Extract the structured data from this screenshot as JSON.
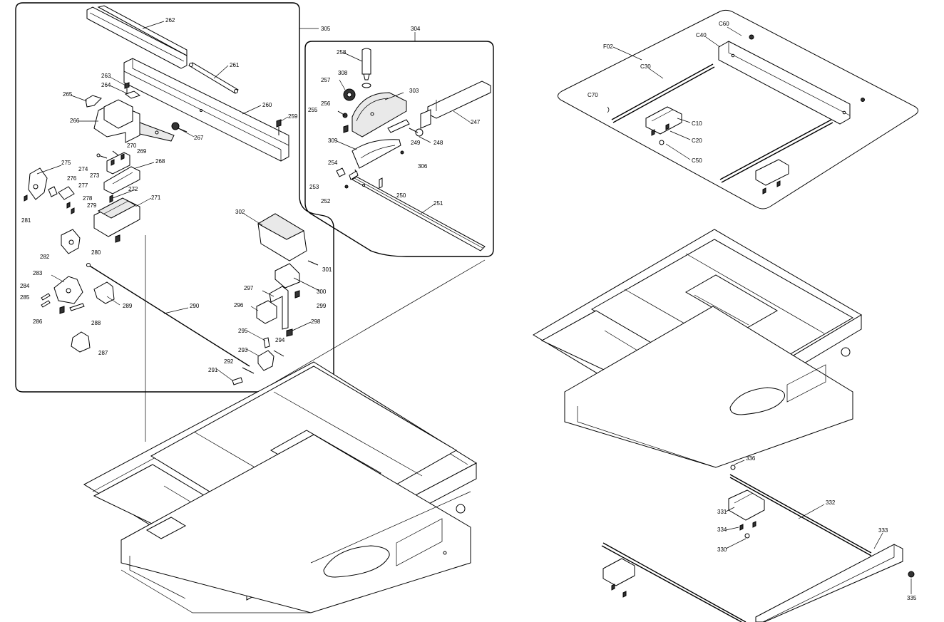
{
  "panels": {
    "left_callout": "305",
    "right_callout": "304"
  },
  "labels": [
    {
      "id": "l262",
      "text": "262"
    },
    {
      "id": "l261",
      "text": "261"
    },
    {
      "id": "l260",
      "text": "260"
    },
    {
      "id": "l259",
      "text": "259"
    },
    {
      "id": "l263",
      "text": "263"
    },
    {
      "id": "l264",
      "text": "264"
    },
    {
      "id": "l265",
      "text": "265"
    },
    {
      "id": "l266",
      "text": "266"
    },
    {
      "id": "l267",
      "text": "267"
    },
    {
      "id": "l270",
      "text": "270"
    },
    {
      "id": "l269",
      "text": "269"
    },
    {
      "id": "l274",
      "text": "274"
    },
    {
      "id": "l268",
      "text": "268"
    },
    {
      "id": "l273",
      "text": "273"
    },
    {
      "id": "l275",
      "text": "275"
    },
    {
      "id": "l276",
      "text": "276"
    },
    {
      "id": "l277",
      "text": "277"
    },
    {
      "id": "l272",
      "text": "272"
    },
    {
      "id": "l278",
      "text": "278"
    },
    {
      "id": "l279",
      "text": "279"
    },
    {
      "id": "l271",
      "text": "271"
    },
    {
      "id": "l281",
      "text": "281"
    },
    {
      "id": "l282",
      "text": "282"
    },
    {
      "id": "l280",
      "text": "280"
    },
    {
      "id": "l302",
      "text": "302"
    },
    {
      "id": "l283",
      "text": "283"
    },
    {
      "id": "l284",
      "text": "284"
    },
    {
      "id": "l285",
      "text": "285"
    },
    {
      "id": "l286",
      "text": "286"
    },
    {
      "id": "l288",
      "text": "288"
    },
    {
      "id": "l289",
      "text": "289"
    },
    {
      "id": "l290",
      "text": "290"
    },
    {
      "id": "l287",
      "text": "287"
    },
    {
      "id": "l301",
      "text": "301"
    },
    {
      "id": "l297",
      "text": "297"
    },
    {
      "id": "l300",
      "text": "300"
    },
    {
      "id": "l296",
      "text": "296"
    },
    {
      "id": "l299",
      "text": "299"
    },
    {
      "id": "l298",
      "text": "298"
    },
    {
      "id": "l295",
      "text": "295"
    },
    {
      "id": "l294",
      "text": "294"
    },
    {
      "id": "l293",
      "text": "293"
    },
    {
      "id": "l292",
      "text": "292"
    },
    {
      "id": "l291",
      "text": "291"
    },
    {
      "id": "l258",
      "text": "258"
    },
    {
      "id": "l308",
      "text": "308"
    },
    {
      "id": "l257",
      "text": "257"
    },
    {
      "id": "l303",
      "text": "303"
    },
    {
      "id": "l256",
      "text": "256"
    },
    {
      "id": "l255",
      "text": "255"
    },
    {
      "id": "l247",
      "text": "247"
    },
    {
      "id": "l249",
      "text": "249"
    },
    {
      "id": "l248",
      "text": "248"
    },
    {
      "id": "l309",
      "text": "309"
    },
    {
      "id": "l306",
      "text": "306"
    },
    {
      "id": "l254",
      "text": "254"
    },
    {
      "id": "l253",
      "text": "253"
    },
    {
      "id": "l250",
      "text": "250"
    },
    {
      "id": "l252",
      "text": "252"
    },
    {
      "id": "l251",
      "text": "251"
    },
    {
      "id": "lF02",
      "text": "F02"
    },
    {
      "id": "lC60",
      "text": "C60"
    },
    {
      "id": "lC40",
      "text": "C40"
    },
    {
      "id": "lC30",
      "text": "C30"
    },
    {
      "id": "lC70",
      "text": "C70"
    },
    {
      "id": "lC10",
      "text": "C10"
    },
    {
      "id": "lC20",
      "text": "C20"
    },
    {
      "id": "lC50",
      "text": "C50"
    },
    {
      "id": "l336",
      "text": "336"
    },
    {
      "id": "l332",
      "text": "332"
    },
    {
      "id": "l331",
      "text": "331"
    },
    {
      "id": "l334",
      "text": "334"
    },
    {
      "id": "l330",
      "text": "330"
    },
    {
      "id": "l333",
      "text": "333"
    },
    {
      "id": "l335",
      "text": "335"
    }
  ]
}
